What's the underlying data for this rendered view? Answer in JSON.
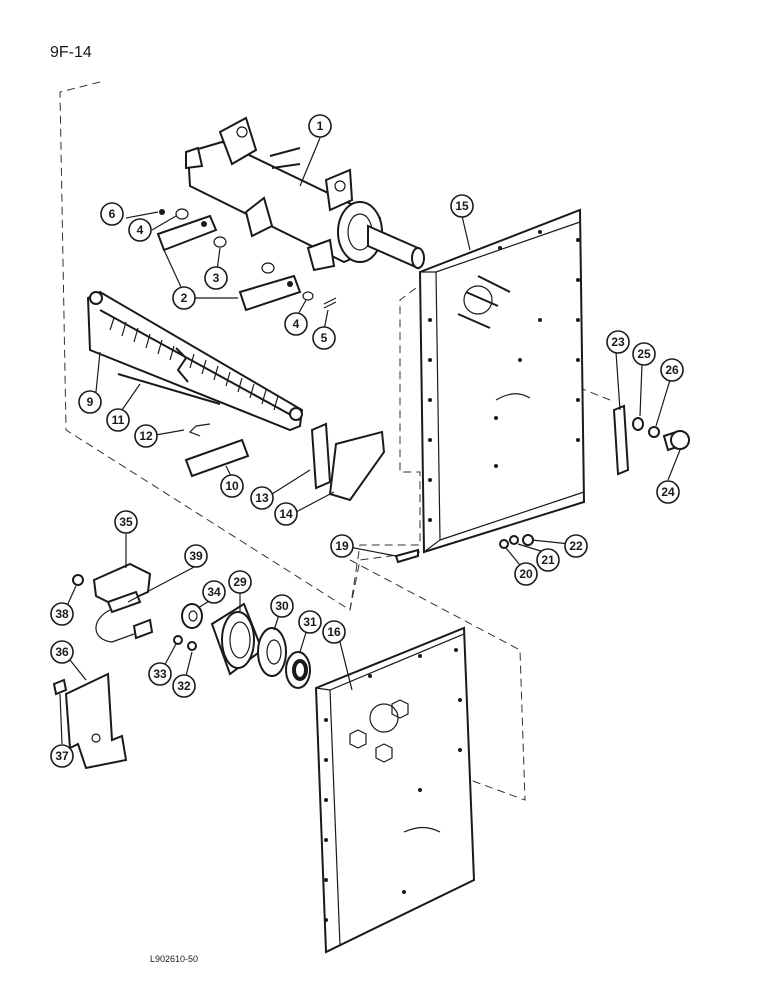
{
  "page_code": "9F-14",
  "reference_code": "L902610-50",
  "callouts": [
    "1",
    "2",
    "3",
    "4",
    "4",
    "5",
    "6",
    "9",
    "10",
    "11",
    "12",
    "13",
    "14",
    "15",
    "16",
    "19",
    "20",
    "21",
    "22",
    "23",
    "24",
    "25",
    "26",
    "29",
    "30",
    "31",
    "32",
    "33",
    "34",
    "35",
    "36",
    "37",
    "38",
    "39"
  ]
}
